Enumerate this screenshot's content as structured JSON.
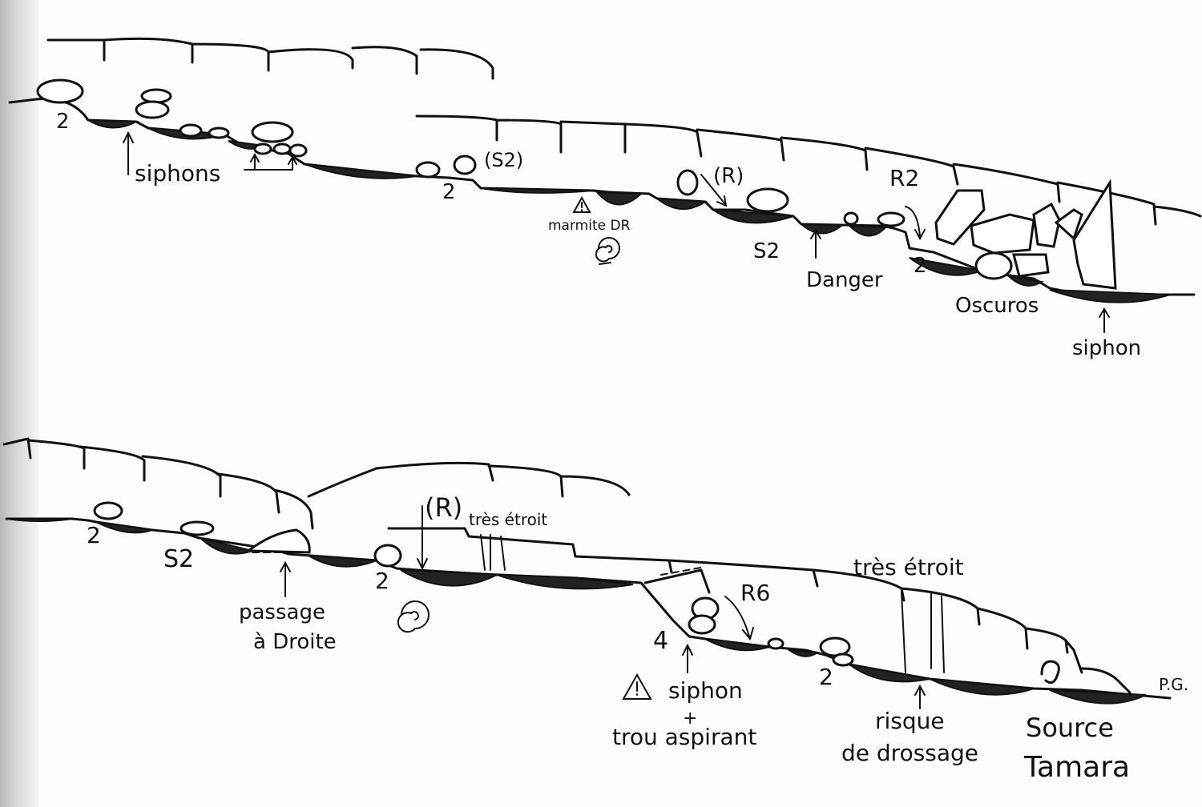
{
  "profile_top": {
    "labels": {
      "pitch_a": "2",
      "siphons": "siphons",
      "s2_paren": "(S2)",
      "pitch_b": "2",
      "marmite": "marmite DR",
      "r_paren": "(R)",
      "s2": "S2",
      "danger": "Danger",
      "r2": "R2",
      "pitch_c": "2",
      "oscuros": "Oscuros",
      "siphon": "siphon"
    }
  },
  "profile_bottom": {
    "labels": {
      "pitch_a": "2",
      "s2": "S2",
      "passage": "passage",
      "droite": "à Droite",
      "r_paren": "(R)",
      "tres_etroit_a": "très étroit",
      "pitch_b": "2",
      "pitch_c": "4",
      "r6": "R6",
      "tres_etroit_b": "très étroit",
      "siphon": "siphon",
      "plus": "+",
      "trou": "trou aspirant",
      "pitch_d": "2",
      "risque": "risque",
      "drossage": "de drossage",
      "source": "Source",
      "tamara": "Tamara",
      "author": "P.G."
    }
  },
  "colors": {
    "ink": "#111111",
    "water": "#222222",
    "paper": "#fdfdfd"
  },
  "icons": [
    "warning-triangle-icon",
    "whirlpool-icon"
  ]
}
